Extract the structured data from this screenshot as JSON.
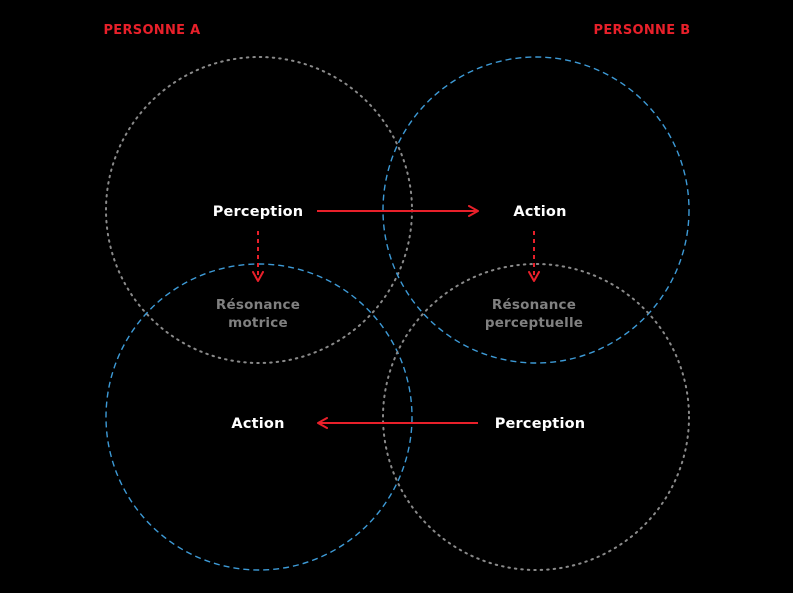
{
  "persons": {
    "a": "PERSONNE A",
    "b": "PERSONNE B"
  },
  "nodes": {
    "a_perception": "Perception",
    "b_action": "Action",
    "a_resonance_line1": "Résonance",
    "a_resonance_line2": "motrice",
    "b_resonance_line1": "Résonance",
    "b_resonance_line2": "perceptuelle",
    "a_action": "Action",
    "b_perception": "Perception"
  },
  "colors": {
    "background": "#000000",
    "person_label": "#e8202a",
    "node_text": "#ffffff",
    "resonance_text": "#808080",
    "arrow": "#e8202a",
    "dotted_circle": "#8a8a8a",
    "dashed_circle": "#3d9ad6"
  }
}
